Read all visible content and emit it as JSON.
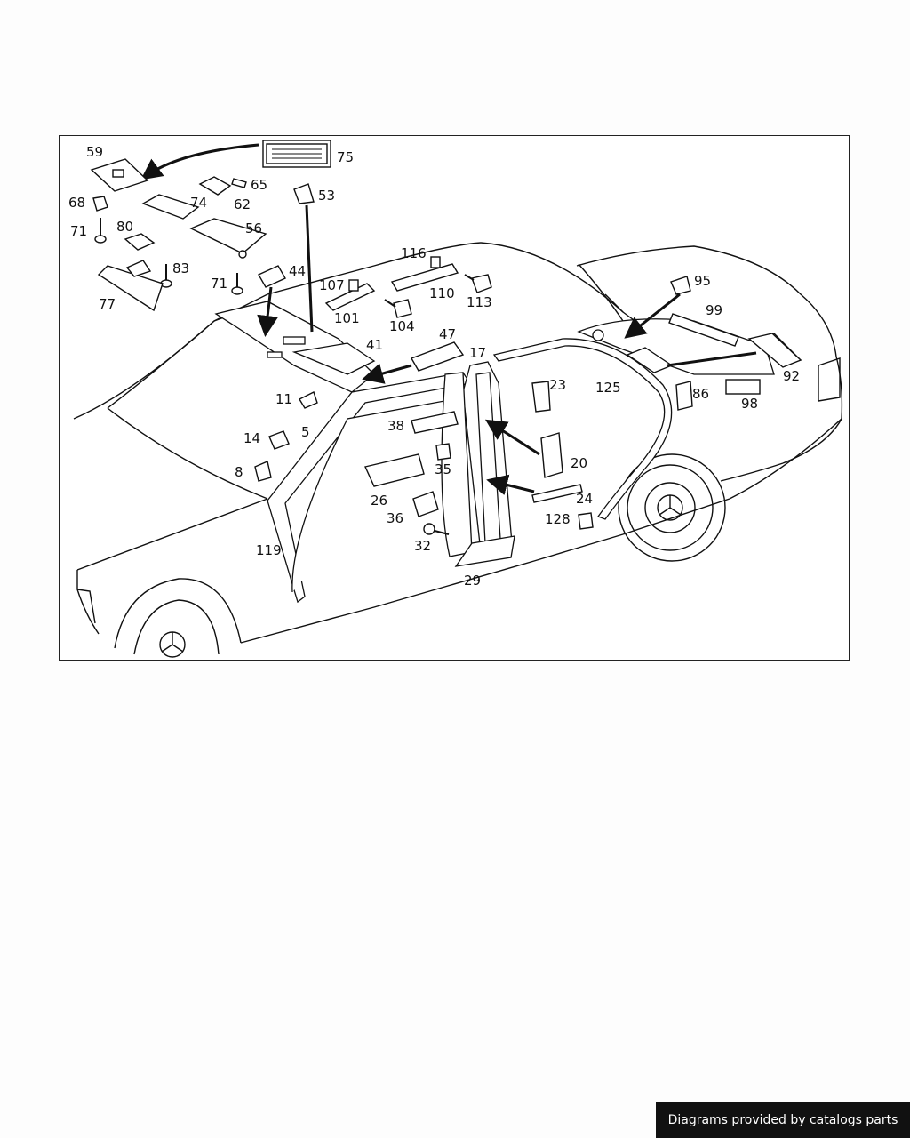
{
  "diagram": {
    "callouts": {
      "c59": "59",
      "c75": "75",
      "c65": "65",
      "c53": "53",
      "c68": "68",
      "c74": "74",
      "c62": "62",
      "c71a": "71",
      "c80": "80",
      "c56": "56",
      "c83": "83",
      "c44": "44",
      "c71b": "71",
      "c77": "77",
      "c116": "116",
      "c107": "107",
      "c110": "110",
      "c113": "113",
      "c101": "101",
      "c104": "104",
      "c95": "95",
      "c99": "99",
      "c41": "41",
      "c47": "47",
      "c17": "17",
      "c23": "23",
      "c125": "125",
      "c86": "86",
      "c92": "92",
      "c98": "98",
      "c11": "11",
      "c5": "5",
      "c14": "14",
      "c38": "38",
      "c8": "8",
      "c35": "35",
      "c20": "20",
      "c26": "26",
      "c24": "24",
      "c36": "36",
      "c128": "128",
      "c32": "32",
      "c119": "119",
      "c29": "29"
    }
  },
  "footer": {
    "credit": "Diagrams provided by catalogs parts"
  }
}
